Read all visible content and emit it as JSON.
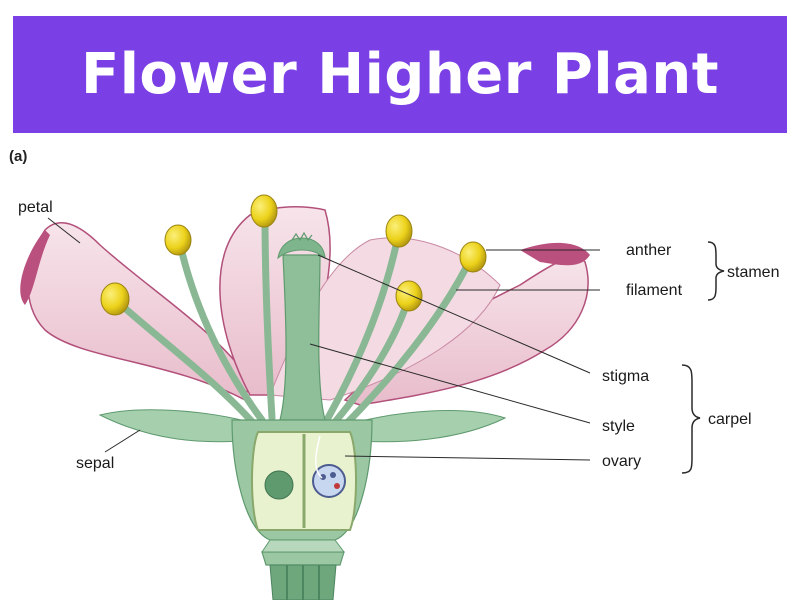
{
  "title": "Flower Higher Plant",
  "panel_label": "(a)",
  "labels": {
    "petal": "petal",
    "sepal": "sepal",
    "anther": "anther",
    "filament": "filament",
    "stamen": "stamen",
    "stigma": "stigma",
    "style": "style",
    "ovary": "ovary",
    "carpel": "carpel"
  },
  "colors": {
    "banner": "#7b3fe6",
    "petal": "#f2d5de",
    "petal_edge": "#b2507a",
    "green": "#7fb58d",
    "anther": "#ecd21a"
  }
}
